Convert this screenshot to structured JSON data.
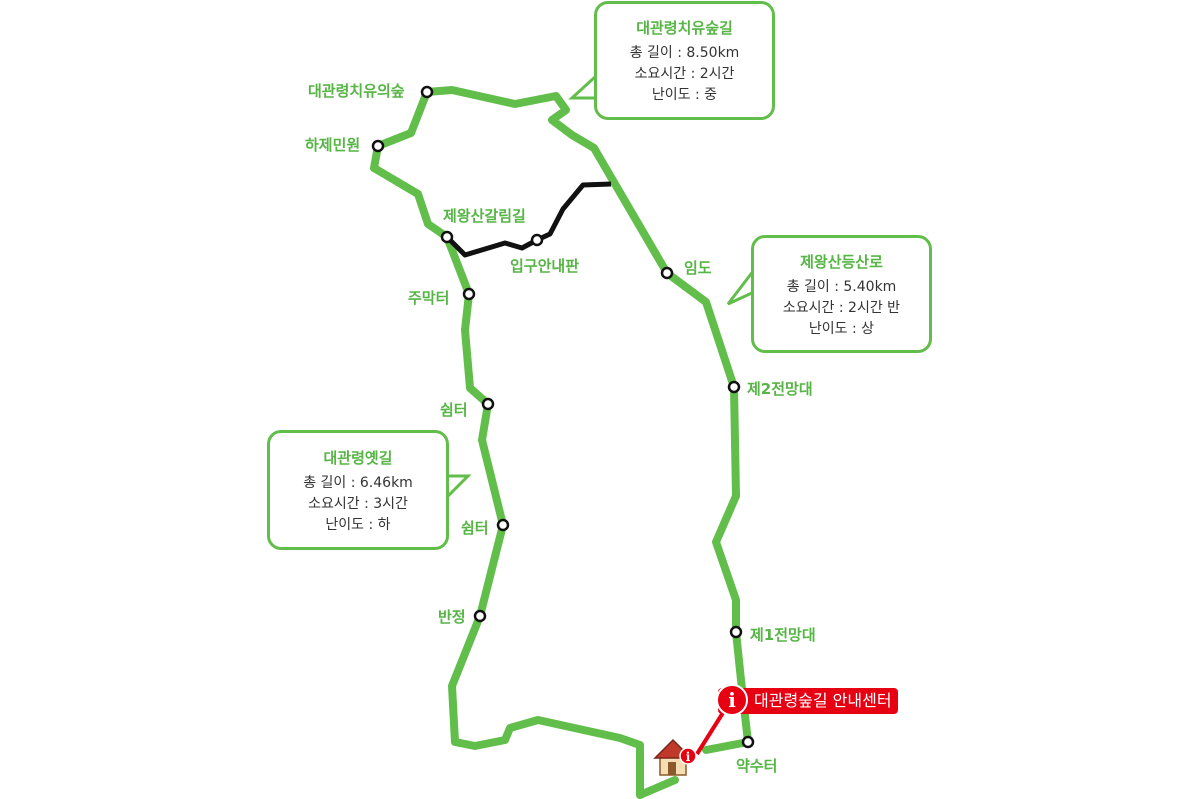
{
  "waypoints": {
    "healing_forest": "대관령치유의숲",
    "hajemin": "하제민원",
    "jewangsan_junction": "제왕산갈림길",
    "entrance_board": "입구안내판",
    "jumakteo": "주막터",
    "rest1": "쉼터",
    "rest2": "쉼터",
    "banjeong": "반정",
    "imdo": "임도",
    "observatory2": "제2전망대",
    "observatory1": "제1전망대",
    "yaksuteo": "약수터"
  },
  "info_center": {
    "label": "대관령숲길 안내센터",
    "icon": "info-icon"
  },
  "trails": [
    {
      "name": "대관령치유숲길",
      "length": "총 길이 : 8.50km",
      "time": "소요시간 : 2시간",
      "difficulty": "난이도 : 중"
    },
    {
      "name": "제왕산등산로",
      "length": "총 길이 : 5.40km",
      "time": "소요시간 : 2시간 반",
      "difficulty": "난이도 : 상"
    },
    {
      "name": "대관령옛길",
      "length": "총 길이 : 6.46km",
      "time": "소요시간 : 3시간",
      "difficulty": "난이도 : 하"
    }
  ],
  "colors": {
    "trail_green": "#62be4a",
    "label_green": "#56b545",
    "side_path": "#000000",
    "info_red": "#e60012"
  },
  "icons": {
    "house": "house-icon"
  }
}
